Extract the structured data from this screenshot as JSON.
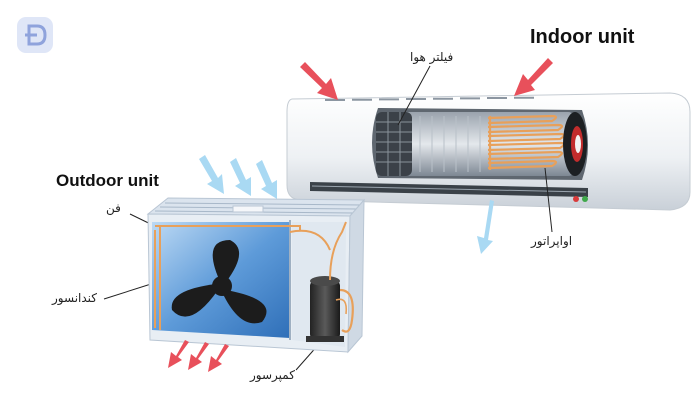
{
  "titles": {
    "indoor": "Indoor unit",
    "outdoor": "Outdoor unit"
  },
  "labels": {
    "air_filter": "فیلتر هوا",
    "evaporator": "اواپراتور",
    "fan": "فن",
    "condenser": "کندانسور",
    "compressor": "کمپرسور"
  },
  "icons": {
    "logo": "d-letter-logo-icon",
    "fan": "fan-icon"
  },
  "colors": {
    "airflow_in": "#e8505b",
    "airflow_out": "#a9d9f3",
    "refrigerant_coil": "#e8a05a",
    "outdoor_box": "#4f8fd2",
    "indoor_unit": "#eef1f4",
    "logo": "#b0bfe8"
  }
}
